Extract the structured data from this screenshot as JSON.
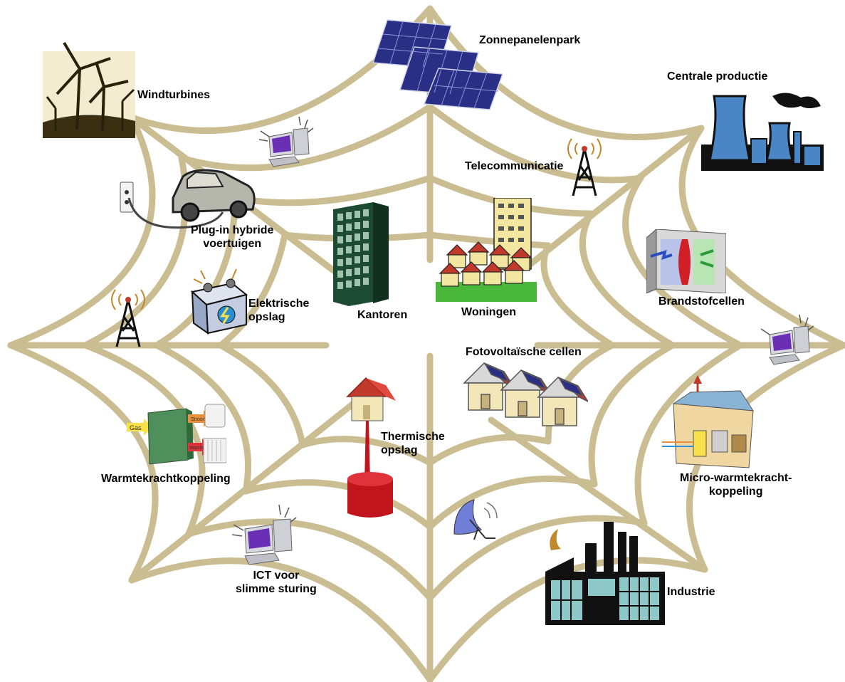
{
  "colors": {
    "web": "#cbbd92",
    "solar": "#2a2f86",
    "office": "#1c4a32",
    "roof": "#c0392b",
    "house": "#f3e6a0",
    "factory": "#8fc8c8",
    "plant": "#4a86c5",
    "cylinder": "#c0151c"
  },
  "nodes": {
    "wind": "Windturbines",
    "solar_park": "Zonnepanelenpark",
    "central": "Centrale productie",
    "telecom": "Telecommunicatie",
    "phev_1": "Plug-in hybride",
    "phev_2": "voertuigen",
    "offices": "Kantoren",
    "homes": "Woningen",
    "storage_1": "Elektrische",
    "storage_2": "opslag",
    "fuel_cells": "Brandstofcellen",
    "pv": "Fotovoltaïsche cellen",
    "thermal_1": "Thermische",
    "thermal_2": "opslag",
    "chp": "Warmtekrachtkoppeling",
    "micro_chp_1": "Micro-warmtekracht-",
    "micro_chp_2": "koppeling",
    "ict_1": "ICT voor",
    "ict_2": "slimme sturing",
    "industry": "Industrie"
  },
  "icons": {
    "chp_gas": "Gas",
    "chp_power": "Stroom",
    "chp_heat": "Warmte"
  }
}
